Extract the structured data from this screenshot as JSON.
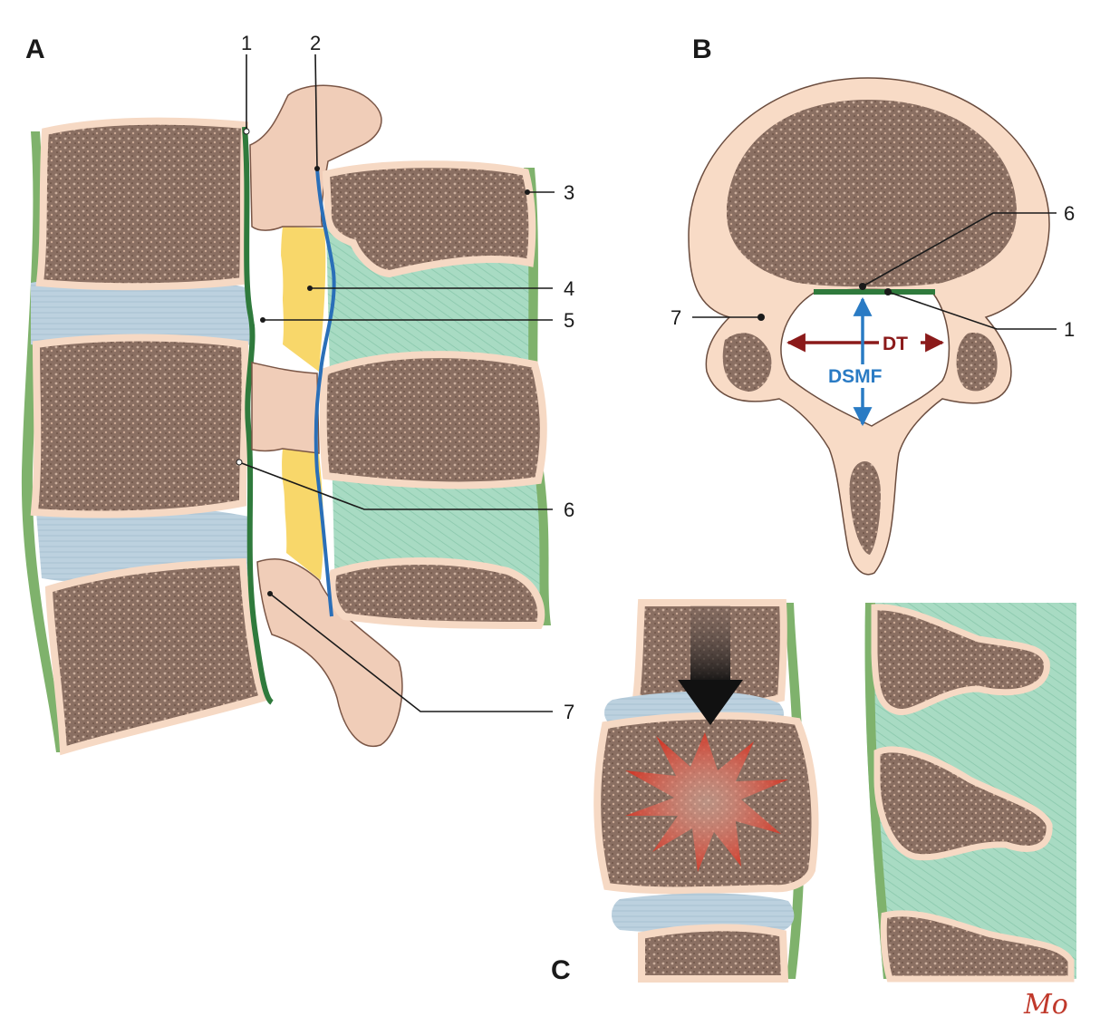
{
  "panels": {
    "a": "A",
    "b": "B",
    "c": "C"
  },
  "callouts_a": {
    "n1": "1",
    "n2": "2",
    "n3": "3",
    "n4": "4",
    "n5": "5",
    "n6": "6",
    "n7": "7"
  },
  "callouts_b": {
    "n6": "6",
    "n7": "7",
    "n1": "1"
  },
  "measurements": {
    "dt": "DT",
    "dsmf": "DSMF"
  },
  "signature": "Mo",
  "colors": {
    "vertebral_body": "#8a6f62",
    "cortex": "#f8dbc6",
    "disc": "#b9cfdd",
    "anterior_ligament": "#7fb26c",
    "posterior_ligament": "#2f7a3c",
    "ligamentum_flavum": "#f8d76a",
    "interspinous_tissue": "#a8dbc3",
    "dural_line": "#2a6fb8",
    "dt_arrow": "#8b1a1a",
    "dsmf_arrow": "#2a7bc4",
    "fracture_star": "#d23a2a"
  }
}
